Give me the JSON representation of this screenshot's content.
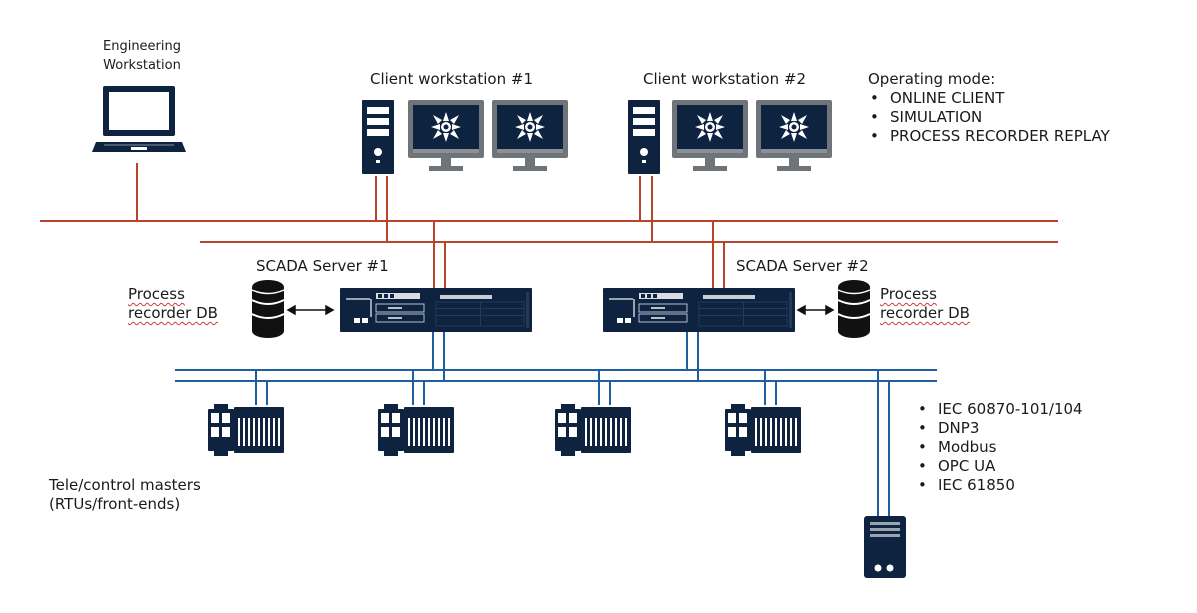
{
  "labels": {
    "engineering_workstation": [
      "Engineering",
      "Workstation"
    ],
    "client_workstation_1": "Client workstation #1",
    "client_workstation_2": "Client workstation #2",
    "scada_server_1": "SCADA Server #1",
    "scada_server_2": "SCADA Server #2",
    "process_recorder_db_left": [
      "Process",
      "recorder DB"
    ],
    "process_recorder_db_right": [
      "Process",
      "recorder DB"
    ],
    "telecontrol_masters": [
      "Tele/control masters",
      "(RTUs/front-ends)"
    ]
  },
  "operating_mode": {
    "title": "Operating mode:",
    "items": [
      "ONLINE CLIENT",
      "SIMULATION",
      "PROCESS RECORDER REPLAY"
    ]
  },
  "protocols": {
    "items": [
      "IEC 60870-101/104",
      "DNP3",
      "Modbus",
      "OPC UA",
      "IEC 61850"
    ]
  },
  "colors": {
    "lan_red": "#b8452b",
    "field_blue": "#1f5f9e",
    "device_navy": "#0d2340",
    "screen_gray": "#6f7479",
    "db_black": "#111111"
  },
  "icons": {
    "laptop": "laptop-icon",
    "tower": "tower-pc-icon",
    "monitor": "monitor-icon",
    "server": "rack-server-icon",
    "database": "database-icon",
    "rtu": "rtu-module-icon",
    "field_device": "field-device-icon",
    "arrow": "double-arrow-icon"
  }
}
